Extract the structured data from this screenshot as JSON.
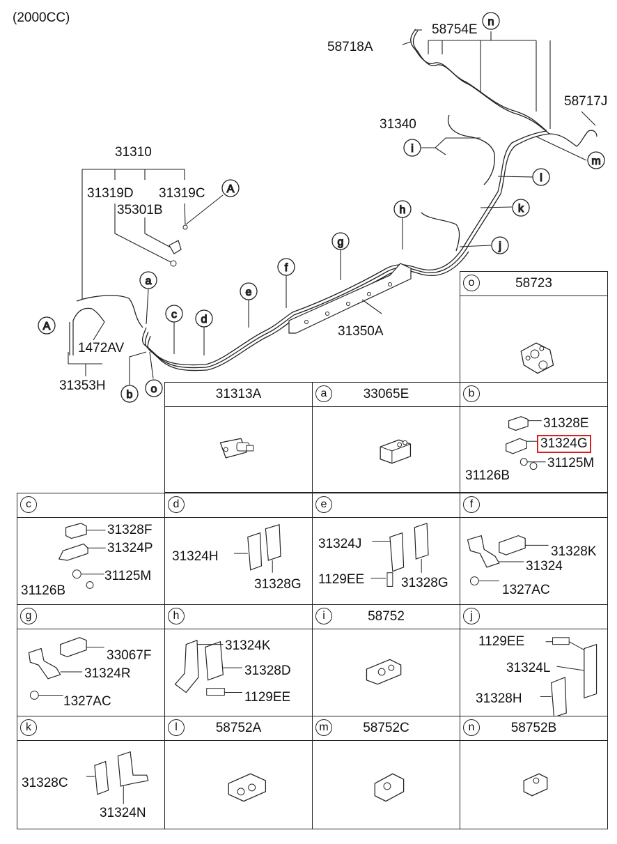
{
  "header": {
    "engine": "(2000CC)"
  },
  "main_diagram": {
    "labels": {
      "l58754E": "58754E",
      "l58718A": "58718A",
      "l58717J": "58717J",
      "l31340": "31340",
      "l31310": "31310",
      "l31319D": "31319D",
      "l31319C": "31319C",
      "l35301B": "35301B",
      "l1472AV": "1472AV",
      "l31353H": "31353H",
      "l31350A": "31350A"
    },
    "callouts": {
      "n": "n",
      "m": "m",
      "i": "i",
      "l": "l",
      "k": "k",
      "j": "j",
      "h": "h",
      "g": "g",
      "f": "f",
      "e": "e",
      "d": "d",
      "c": "c",
      "a": "a",
      "b": "b",
      "o": "o",
      "A1": "A",
      "A2": "A"
    }
  },
  "cells": {
    "o": {
      "letter": "o",
      "code": "58723"
    },
    "p31313A": {
      "code": "31313A"
    },
    "a": {
      "letter": "a",
      "code": "33065E"
    },
    "b": {
      "letter": "b",
      "parts": [
        "31328E",
        "31324G",
        "31125M",
        "31126B"
      ],
      "highlighted": "31324G",
      "highlight_color": "#d62020"
    },
    "c": {
      "letter": "c",
      "parts": [
        "31328F",
        "31324P",
        "31125M",
        "31126B"
      ]
    },
    "d": {
      "letter": "d",
      "parts": [
        "31324H",
        "31328G"
      ]
    },
    "e": {
      "letter": "e",
      "parts": [
        "31324J",
        "1129EE",
        "31328G"
      ]
    },
    "f": {
      "letter": "f",
      "parts": [
        "31328K",
        "31324",
        "1327AC"
      ]
    },
    "g": {
      "letter": "g",
      "parts": [
        "33067F",
        "31324R",
        "1327AC"
      ]
    },
    "h": {
      "letter": "h",
      "parts": [
        "31324K",
        "31328D",
        "1129EE"
      ]
    },
    "i": {
      "letter": "i",
      "code": "58752"
    },
    "j": {
      "letter": "j",
      "parts": [
        "1129EE",
        "31324L",
        "31328H"
      ]
    },
    "k": {
      "letter": "k",
      "parts": [
        "31328C",
        "31324N"
      ]
    },
    "l": {
      "letter": "l",
      "code": "58752A"
    },
    "m": {
      "letter": "m",
      "code": "58752C"
    },
    "n": {
      "letter": "n",
      "code": "58752B"
    }
  }
}
